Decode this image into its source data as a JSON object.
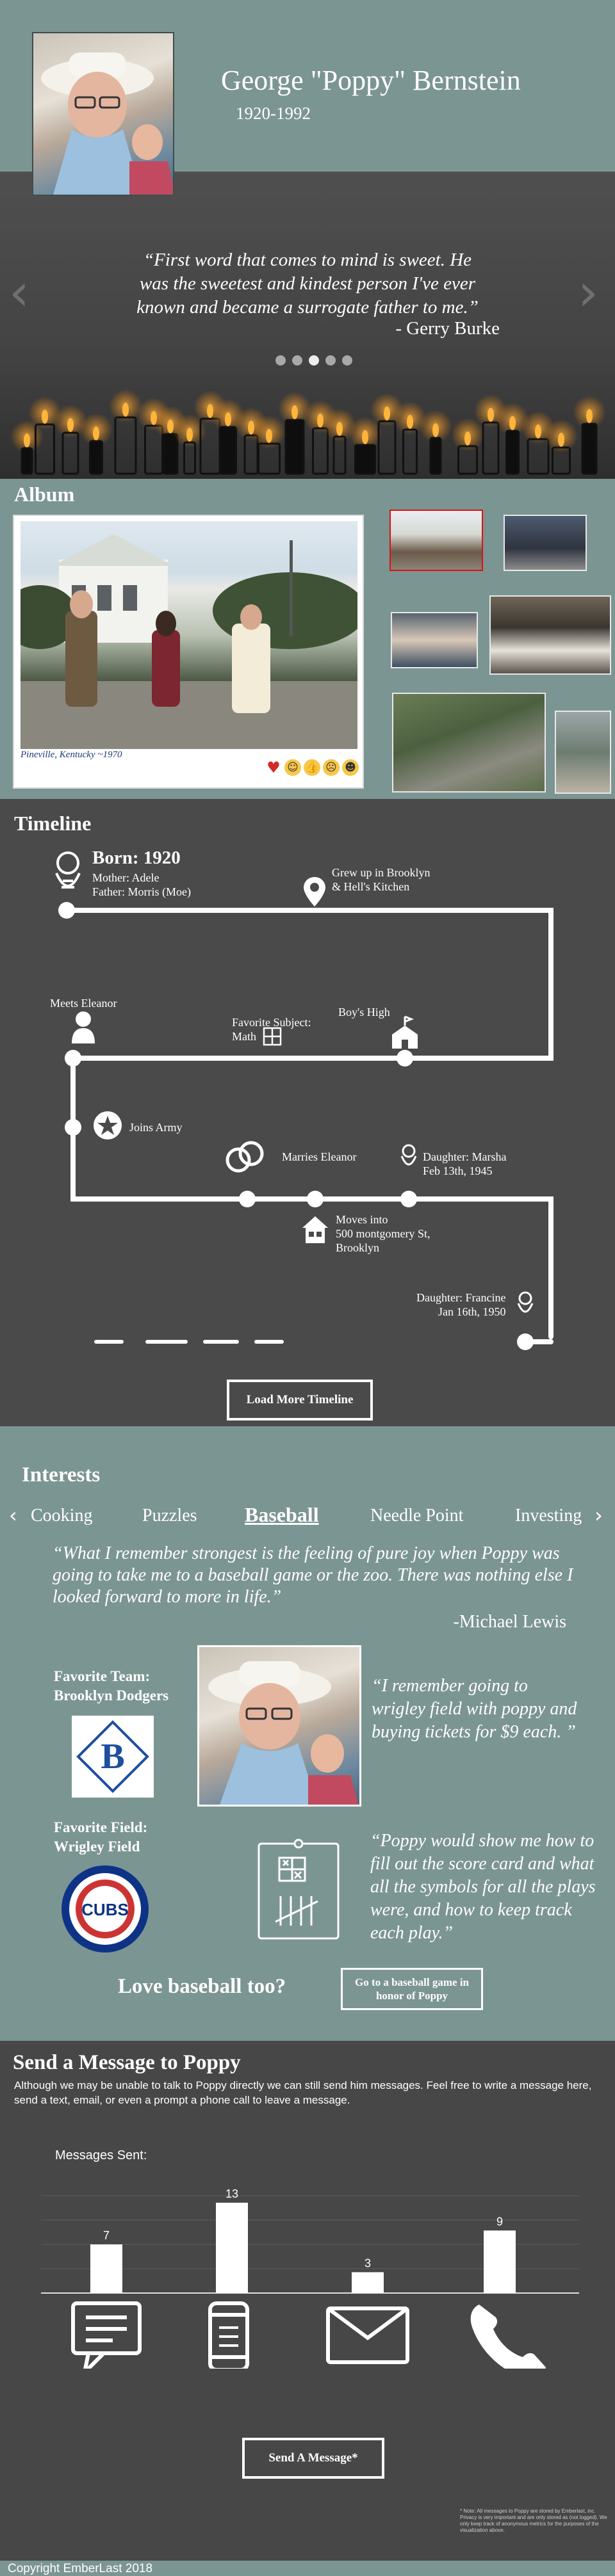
{
  "header": {
    "name": "George \"Poppy\" Bernstein",
    "years": "1920-1992"
  },
  "carousel": {
    "quote": "“First word that comes to mind is sweet. He was the sweetest and kindest person I've ever known and became a surrogate father to me.”",
    "author": "- Gerry Burke",
    "slide_count": 5,
    "active_slide": 3
  },
  "album": {
    "title": "Album",
    "caption": "Pineville, Kentucky ~1970",
    "reactions": [
      "heart-icon",
      "laugh-cry-icon",
      "thumbs-up-icon",
      "thinking-icon",
      "cool-icon"
    ]
  },
  "timeline": {
    "title": "Timeline",
    "born": "Born: 1920",
    "mother": "Mother: Adele",
    "father": "Father: Morris (Moe)",
    "brooklyn": "Grew up in Brooklyn",
    "brooklyn2": "& Hell's Kitchen",
    "eleanor_meet": "Meets Eleanor",
    "subject": "Favorite Subject:",
    "subject2": "Math",
    "boys_high": "Boy's High",
    "army": "Joins Army",
    "marries": "Marries Eleanor",
    "marsha": "Daughter: Marsha",
    "marsha_date": "Feb 13th, 1945",
    "moves": "Moves into",
    "moves2": "500 montgomery St,",
    "moves3": "Brooklyn",
    "francine": "Daughter: Francine",
    "francine_date": "Jan 16th, 1950",
    "load_more": "Load More Timeline"
  },
  "interests": {
    "title": "Interests",
    "tabs": [
      "Cooking",
      "Puzzles",
      "Baseball",
      "Needle Point",
      "Investing"
    ],
    "active_tab": "Baseball",
    "quote": "“What I remember strongest is the feeling of pure joy when Poppy was going to take me to a baseball game or the zoo. There was nothing else I looked forward to more in life.”",
    "quote_author": "-Michael Lewis",
    "fav_team_label": "Favorite Team:",
    "fav_team": "Brooklyn Dodgers",
    "quote_wrigley": "“I remember going to wrigley field with poppy and buying tickets for $9 each. ”",
    "fav_field_label": "Favorite Field:",
    "fav_field": "Wrigley Field",
    "quote_scorecard": "“Poppy would show me how to fill out the score card and what all the symbols for all the plays were, and how to keep track each play.”",
    "love_baseball": "Love baseball too?",
    "baseball_button": "Go to a baseball game in honor of Poppy",
    "dodgers_letter": "B",
    "cubs_text": "CUBS"
  },
  "messages": {
    "title": "Send a Message to Poppy",
    "description": "Although we may be unable to talk to Poppy directly we can still send him messages.  Feel free to write a message here, send a text, email, or even a prompt a phone call to leave a message.",
    "sent_label": "Messages Sent:",
    "send_button": "Send A Message*",
    "footnote": "* Note: All messages to Poppy are stored by Emberlast, inc. Privacy is very important and are only stored as (not logged). We only keep track of anonymous metrics for the purposes of the visualization above."
  },
  "chart_data": {
    "type": "bar",
    "categories": [
      "text-message",
      "sms-phone",
      "email",
      "phone-call"
    ],
    "values": [
      7,
      13,
      3,
      9
    ],
    "icons": [
      "chat-bubble-icon",
      "smartphone-icon",
      "envelope-icon",
      "phone-icon"
    ],
    "ylim": [
      0,
      14
    ],
    "grid": true
  },
  "footer": {
    "copyright": "Copyright EmberLast 2018"
  },
  "colors": {
    "teal": "#7b9593",
    "dark": "#4a4a4a",
    "heart": "#d62828",
    "dodgers_blue": "#1d4fa0",
    "cubs_red": "#cc3433"
  }
}
